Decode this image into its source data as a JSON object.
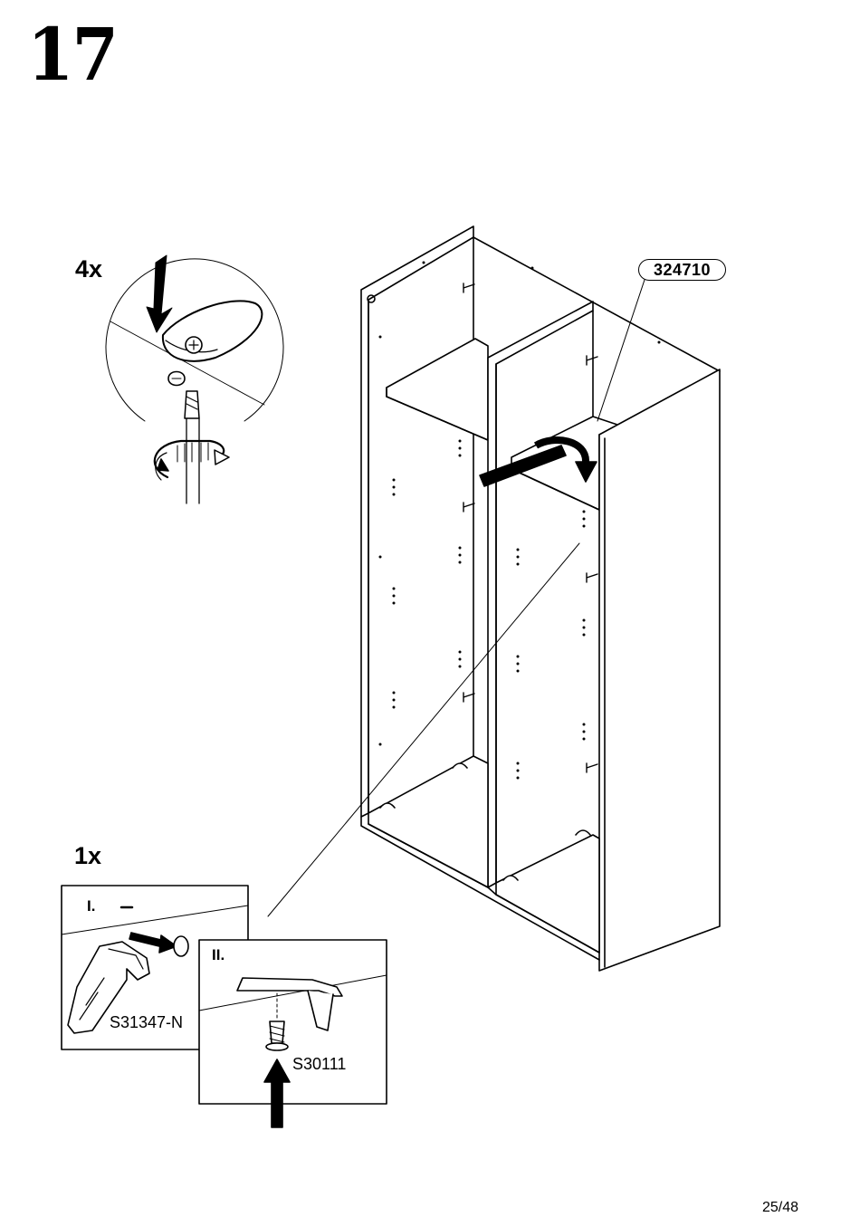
{
  "step": {
    "number": "17"
  },
  "detail_top": {
    "quantity": "4x"
  },
  "wardrobe": {
    "part_number": "324710"
  },
  "detail_bottom": {
    "quantity": "1x",
    "sub_steps": [
      {
        "label": "I.",
        "part_code": "S31347-N"
      },
      {
        "label": "II.",
        "part_code": "S30111"
      }
    ]
  },
  "footer": {
    "page": "25/48"
  }
}
